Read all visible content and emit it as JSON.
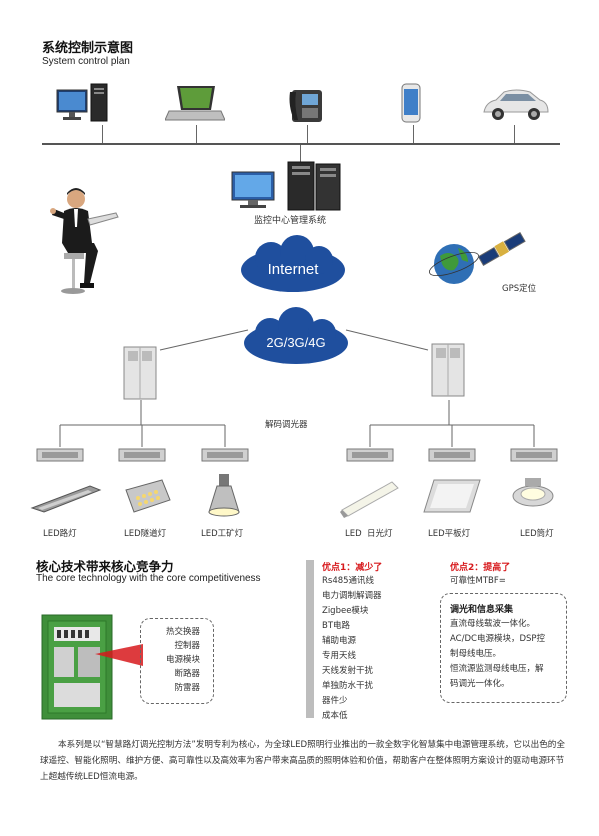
{
  "header": {
    "title": "系统控制示意图",
    "subtitle": "System control plan"
  },
  "devices": [
    {
      "name": "desktop-computer"
    },
    {
      "name": "laptop"
    },
    {
      "name": "telephone"
    },
    {
      "name": "smartphone"
    },
    {
      "name": "car"
    }
  ],
  "center": {
    "label": "监控中心管理系统"
  },
  "clouds": {
    "internet": "Internet",
    "mobile": "2G/3G/4G"
  },
  "gps": {
    "label": "GPS定位"
  },
  "decoder": {
    "label": "解码调光器"
  },
  "lamps": [
    {
      "label": "LED路灯"
    },
    {
      "label": "LED隧道灯"
    },
    {
      "label": "LED工矿灯"
    },
    {
      "label": "LED  日光灯"
    },
    {
      "label": "LED平板灯"
    },
    {
      "label": "LED筒灯"
    }
  ],
  "core": {
    "title": "核心技术带来核心竞争力",
    "subtitle": "The core technology with the core competitiveness"
  },
  "cabinet_items": [
    "热交换器",
    "控制器",
    "电源模块",
    "断路器",
    "防雷器"
  ],
  "advantage1": {
    "title": "优点1：减少了",
    "items": [
      "Rs485通讯线",
      "电力调制解调器",
      "Zigbee模块",
      "BT电路",
      "辅助电源",
      "专用天线",
      "天线发射干扰",
      "单独防水干扰",
      "器件少",
      "成本低"
    ]
  },
  "advantage2": {
    "title": "优点2：提高了",
    "item": "可靠性MTBF="
  },
  "dimming": {
    "title": "调光和信息采集",
    "lines": [
      "直流母线载波一体化。",
      "AC/DC电源模块，DSP控",
      "制母线电压。",
      "恒流源监测母线电压，解",
      "码调光一体化。"
    ]
  },
  "paragraph": "本系列是以“智慧路灯调光控制方法”发明专利为核心，为全球LED照明行业推出的一款全数字化智慧集中电源管理系统，它以出色的全球遥控、智能化照明、维护方便、高可靠性以及高效率为客户带来高品质的照明体验和价值，帮助客户在整体照明方案设计的驱动电源环节上超越传统LED恒流电源。",
  "colors": {
    "cloud": "#1f4f9e",
    "accent_red": "#d7191c",
    "cabinet_green": "#3f8f3a",
    "gray_bar": "#bdbdbd"
  }
}
